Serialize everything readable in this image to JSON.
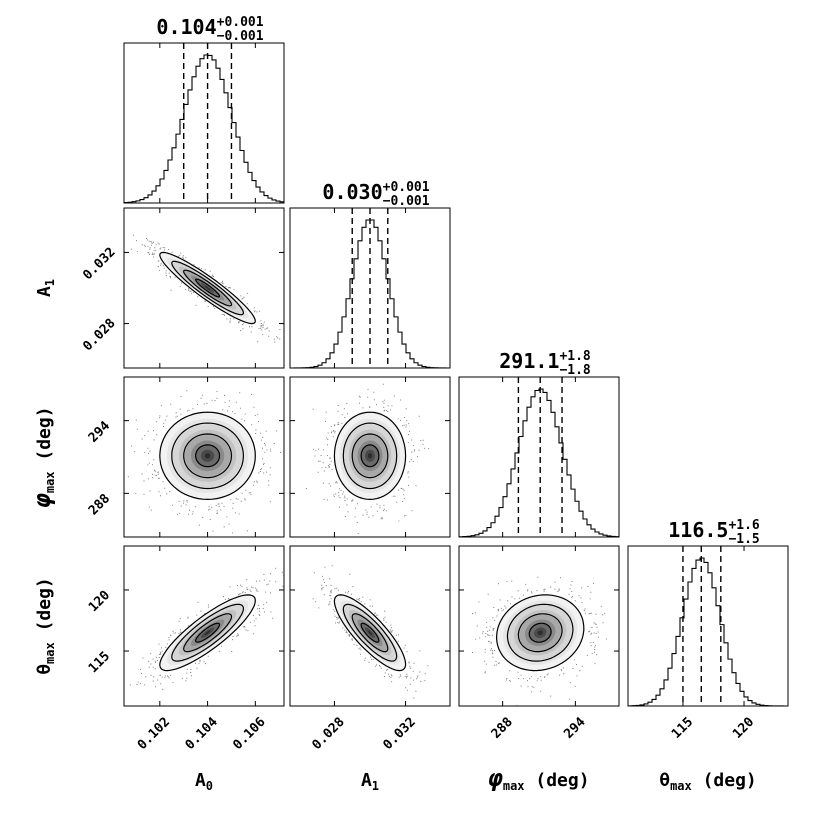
{
  "chart_data": {
    "type": "corner",
    "parameters": [
      {
        "name": "A0",
        "label_main": "A",
        "label_sub": "0",
        "label_unit": "",
        "label_style": "normal",
        "range": [
          0.1005,
          0.1072
        ],
        "ticks": [
          0.102,
          0.104,
          0.106
        ],
        "tick_labels": [
          "0.102",
          "0.104",
          "0.106"
        ],
        "median": 0.104,
        "err_plus": 0.001,
        "err_minus": 0.001,
        "title": {
          "main": "0.104",
          "sup": "+0.001",
          "sub": "−0.001"
        }
      },
      {
        "name": "A1",
        "label_main": "A",
        "label_sub": "1",
        "label_unit": "",
        "label_style": "normal",
        "range": [
          0.0255,
          0.0345
        ],
        "ticks": [
          0.028,
          0.032
        ],
        "tick_labels": [
          "0.028",
          "0.032"
        ],
        "median": 0.03,
        "err_plus": 0.001,
        "err_minus": 0.001,
        "title": {
          "main": "0.030",
          "sup": "+0.001",
          "sub": "−0.001"
        }
      },
      {
        "name": "phi_max",
        "label_main": "φ",
        "label_sub": "max",
        "label_unit": " (deg)",
        "label_style": "italic",
        "range": [
          284.4,
          297.6
        ],
        "ticks": [
          288,
          294
        ],
        "tick_labels": [
          "288",
          "294"
        ],
        "median": 291.1,
        "err_plus": 1.8,
        "err_minus": 1.8,
        "title": {
          "main": "291.1",
          "sup": "+1.8",
          "sub": "−1.8"
        }
      },
      {
        "name": "theta_max",
        "label_main": "θ",
        "label_sub": "max",
        "label_unit": " (deg)",
        "label_style": "normal",
        "range": [
          110.5,
          123.6
        ],
        "ticks": [
          115,
          120
        ],
        "tick_labels": [
          "115",
          "120"
        ],
        "median": 116.5,
        "err_plus": 1.6,
        "err_minus": 1.5,
        "title": {
          "main": "116.5",
          "sup": "+1.6",
          "sub": "−1.5"
        }
      }
    ],
    "panels": [
      {
        "row": 1,
        "col": 0,
        "corr": -0.93
      },
      {
        "row": 2,
        "col": 0,
        "corr": 0.0
      },
      {
        "row": 2,
        "col": 1,
        "corr": 0.0
      },
      {
        "row": 3,
        "col": 0,
        "corr": 0.85
      },
      {
        "row": 3,
        "col": 1,
        "corr": -0.83
      },
      {
        "row": 3,
        "col": 2,
        "corr": 0.12
      }
    ],
    "quantile_lines": "16th, 50th, 84th percentiles (dashed)",
    "contour_levels": 3,
    "histogram_style": "step",
    "grid": false,
    "colors": {
      "line": "#000000",
      "density": "#3a3a3a",
      "background": "#ffffff"
    }
  }
}
